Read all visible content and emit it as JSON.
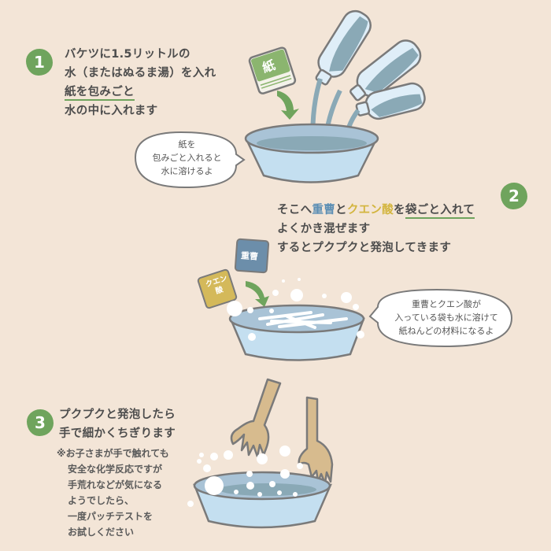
{
  "colors": {
    "background": "#f3e5d7",
    "accent_green": "#6fa45d",
    "baking_soda_blue": "#5b8eb4",
    "citric_yellow": "#d3b53e",
    "basin_fill": "#c4dff0",
    "water": "#8aa9b6",
    "hand": "#d7bb8e",
    "outline": "#7a7a7a"
  },
  "step1": {
    "number": "1",
    "lines": [
      "バケツに1.5リットルの",
      "水（またはぬるま湯）を入れ",
      "紙を包みごと",
      "水の中に入れます"
    ],
    "paper_label": "紙",
    "bubble": [
      "紙を",
      "包みごと入れると",
      "水に溶けるよ"
    ]
  },
  "step2": {
    "number": "2",
    "line1_parts": [
      "そこへ",
      "重曹",
      "と",
      "クエン酸",
      "を",
      "袋ごと入れて"
    ],
    "line2": "よくかき混ぜます",
    "line3": "するとプクプクと発泡してきます",
    "soda_label": "重曹",
    "citric_label_top": "クエン",
    "citric_label_bottom": "酸",
    "bubble": [
      "重曹とクエン酸が",
      "入っている袋も水に溶けて",
      "紙ねんどの材料になるよ"
    ]
  },
  "step3": {
    "number": "3",
    "lines": [
      "プクプクと発泡したら",
      "手で細かくちぎります"
    ],
    "note": [
      "※お子さまが手で触れても",
      "安全な化学反応ですが",
      "手荒れなどが気になる",
      "ようでしたら、",
      "一度パッチテストを",
      "お試しください"
    ]
  }
}
